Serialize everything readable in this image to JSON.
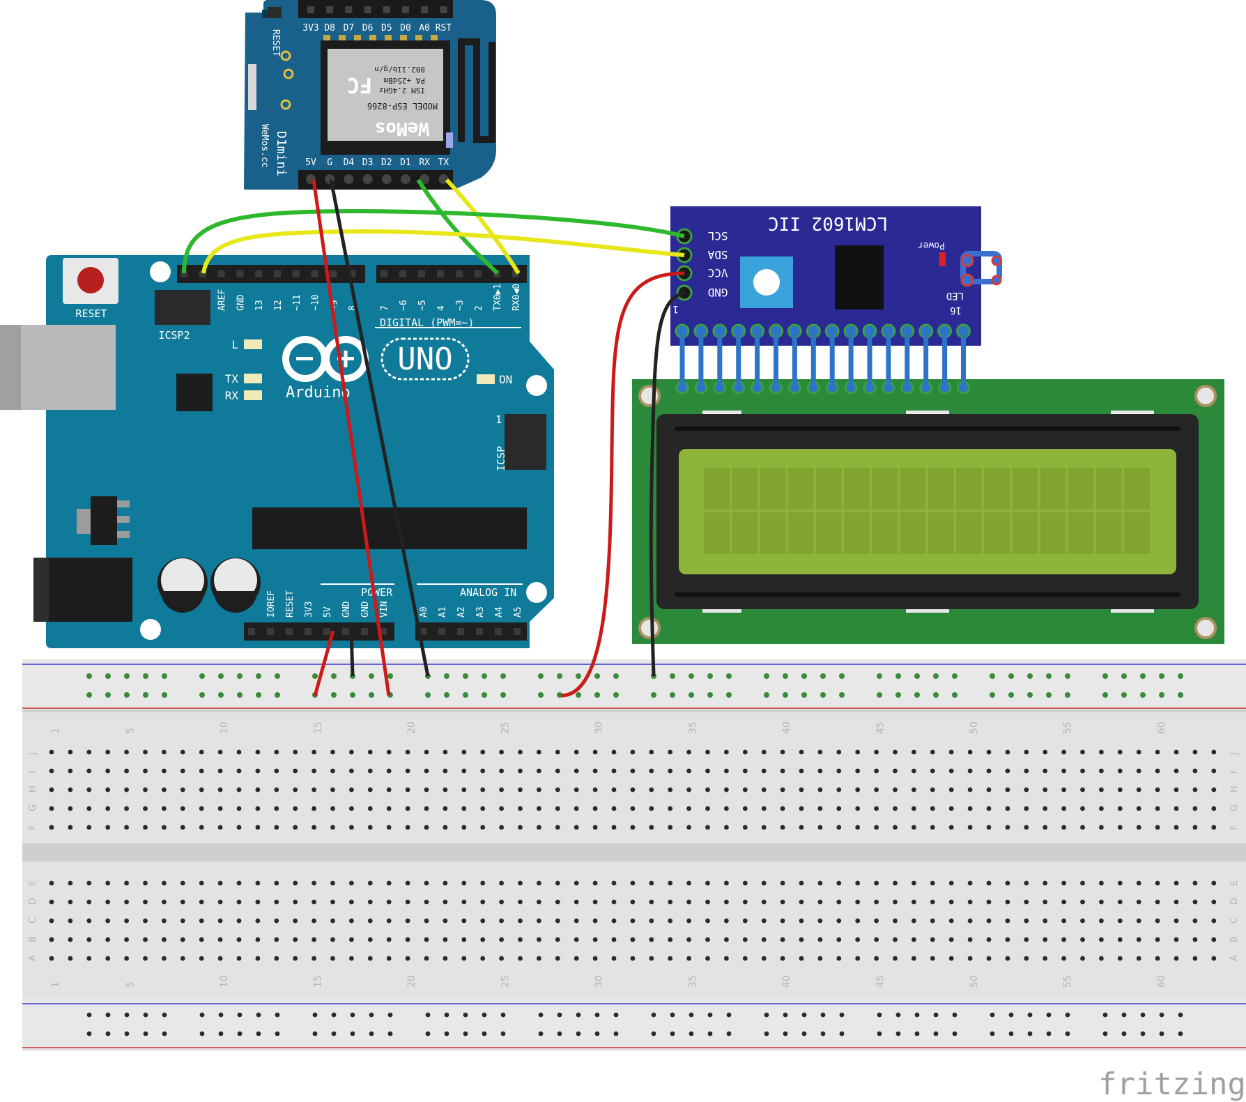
{
  "uno": {
    "board_label": "UNO",
    "brand": "Arduino",
    "reset_label": "RESET",
    "icsp2_label": "ICSP2",
    "icsp_label": "ICSP",
    "icsp_pin1": "1",
    "led_l": "L",
    "led_tx": "TX",
    "led_rx": "RX",
    "led_on": "ON",
    "digital_label": "DIGITAL (PWM=~)",
    "power_label": "POWER",
    "analog_label": "ANALOG IN",
    "top_pins": [
      "AREF",
      "GND",
      "13",
      "12",
      "~11",
      "~10",
      "~9",
      "8",
      "7",
      "~6",
      "~5",
      "4",
      "~3",
      "2",
      "TX0▶1",
      "RX0◀0"
    ],
    "power_pins": [
      "IOREF",
      "RESET",
      "3V3",
      "5V",
      "GND",
      "GND",
      "VIN"
    ],
    "analog_pins": [
      "A0",
      "A1",
      "A2",
      "A3",
      "A4",
      "A5"
    ]
  },
  "wemos": {
    "top_pins": [
      "3V3",
      "D8",
      "D7",
      "D6",
      "D5",
      "D0",
      "A0",
      "RST"
    ],
    "bottom_pins": [
      "5V",
      "G",
      "D4",
      "D3",
      "D2",
      "D1",
      "RX",
      "TX"
    ],
    "reset_label": "RESET",
    "name": "D1mini",
    "site": "WeMos.cc",
    "module_brand": "WeMos",
    "module_model": "MODEL ESP-8266",
    "module_band": "ISM 2.4GHz",
    "module_power": "PA +25dBm",
    "module_std": "802.11b/g/n",
    "fcc": "FC"
  },
  "i2c": {
    "title": "LCM1602 IIC",
    "pins": [
      "SCL",
      "SDA",
      "VCC",
      "GND"
    ],
    "power_label": "Power",
    "led_label": "LED",
    "pin1": "1",
    "pin16": "16"
  },
  "breadboard": {
    "col_numbers": [
      "1",
      "5",
      "10",
      "15",
      "20",
      "25",
      "30",
      "35",
      "40",
      "45",
      "50",
      "55",
      "60"
    ],
    "rows_top": [
      "J",
      "I",
      "H",
      "G",
      "F"
    ],
    "rows_bottom": [
      "E",
      "D",
      "C",
      "B",
      "A"
    ]
  },
  "watermark": "fritzing",
  "colors": {
    "uno_board": "#0f7a99",
    "wemos_board": "#19608a",
    "i2c_board": "#2b2a95",
    "lcd_pcb": "#2b8a3a",
    "lcd_screen": "#8fb43a",
    "wire_red": "#cc1a1a",
    "wire_black": "#222222",
    "wire_green": "#2eb82e",
    "wire_yellow": "#e6e619",
    "wire_blue": "#2d73c8"
  }
}
